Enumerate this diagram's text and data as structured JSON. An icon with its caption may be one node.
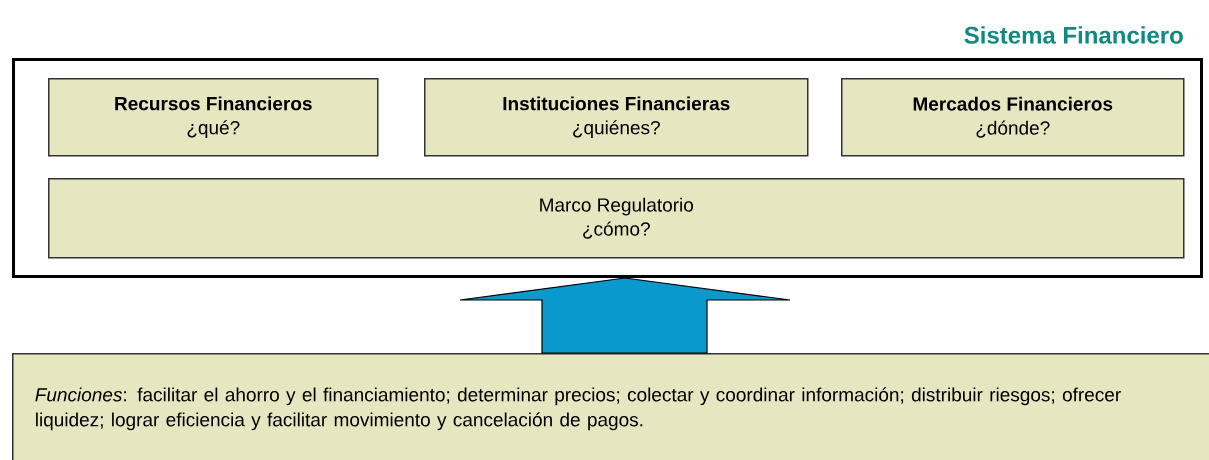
{
  "diagram": {
    "nodes": [
      {
        "text": [
          "Sistema Financiero"
        ]
      },
      {
        "text": [
          "Recursos Financieros",
          "¿qué?"
        ],
        "in": 0
      },
      {
        "text": [
          "Instituciones Financieras",
          "¿quiénes?"
        ],
        "in": 0
      },
      {
        "text": [
          "Mercados Financieros",
          "¿dónde?"
        ],
        "in": 0
      },
      {
        "text": [
          "Marco Regulatorio",
          "¿cómo?"
        ],
        "in": 0
      },
      {
        "text": [
          "*Funciones*:   facilitar el ahorro y el financiamiento; determinar precios; colectar y coordinar información; distribuir riesgos; ofrecer liquidez; lograr eficiencia y facilitar movimiento y cancelación de pagos."
        ]
      }
    ],
    "edges": [
      {
        "from": 5,
        "to": 0,
        "arrow": "to",
        "color": "#0a99cc"
      }
    ]
  }
}
